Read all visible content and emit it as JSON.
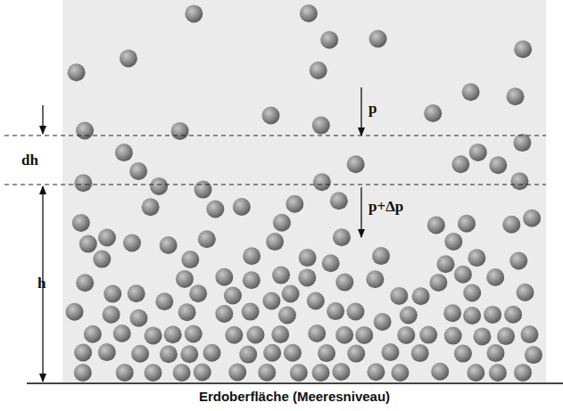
{
  "diagram": {
    "labels": [
      "dh",
      "h",
      "p",
      "p+Δp",
      "Erdoberfläche (Meeresniveau)"
    ]
  }
}
